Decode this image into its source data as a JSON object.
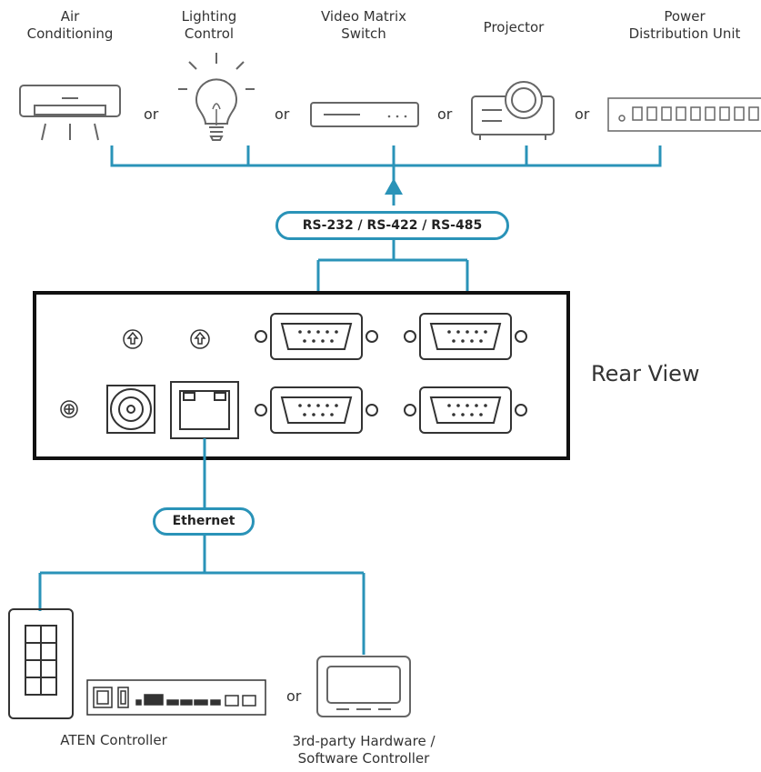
{
  "devices": {
    "air_conditioning": "Air\nConditioning",
    "lighting_control": "Lighting\nControl",
    "video_matrix": "Video Matrix\nSwitch",
    "projector": "Projector",
    "pdu": "Power\nDistribution Unit"
  },
  "or_label": "or",
  "serial_label": "RS-232 / RS-422 / RS-485",
  "rear_view_label": "Rear View",
  "ethernet_label": "Ethernet",
  "controllers": {
    "aten": "ATEN Controller",
    "third_party": "3rd-party Hardware /\nSoftware Controller"
  },
  "colors": {
    "line": "#2a93b8",
    "outline": "#555555",
    "panel": "#111111"
  }
}
